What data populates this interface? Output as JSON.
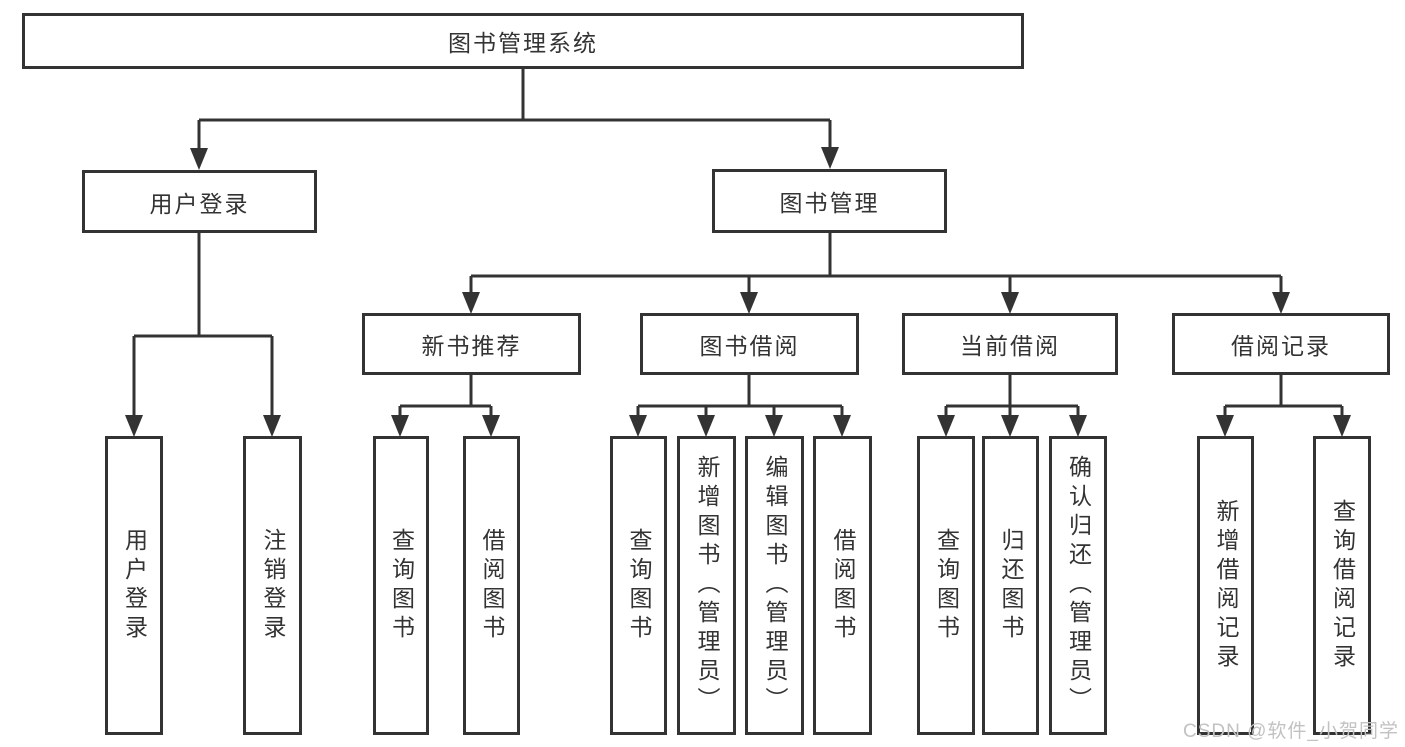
{
  "colors": {
    "line": "#333333",
    "text": "#333333",
    "background": "#ffffff",
    "watermark": "#c2c2c2"
  },
  "root": {
    "label": "图书管理系统"
  },
  "branches": {
    "user_login": {
      "label": "用户登录",
      "children": {
        "login": {
          "label": "用户登录"
        },
        "logout": {
          "label": "注销登录"
        }
      }
    },
    "book_mgmt": {
      "label": "图书管理",
      "sections": {
        "new_book": {
          "label": "新书推荐",
          "children": {
            "query": {
              "label": "查询图书"
            },
            "borrow": {
              "label": "借阅图书"
            }
          }
        },
        "book_borrow": {
          "label": "图书借阅",
          "children": {
            "query": {
              "label": "查询图书"
            },
            "add": {
              "label": "新增图书（管理员）"
            },
            "edit": {
              "label": "编辑图书（管理员）"
            },
            "borrow": {
              "label": "借阅图书"
            }
          }
        },
        "current_borrow": {
          "label": "当前借阅",
          "children": {
            "query": {
              "label": "查询图书"
            },
            "return_book": {
              "label": "归还图书"
            },
            "confirm": {
              "label": "确认归还（管理员）"
            }
          }
        },
        "borrow_record": {
          "label": "借阅记录",
          "children": {
            "add": {
              "label": "新增借阅记录"
            },
            "query": {
              "label": "查询借阅记录"
            }
          }
        }
      }
    }
  },
  "watermark": {
    "text": "CSDN @软件_小贺同学"
  }
}
